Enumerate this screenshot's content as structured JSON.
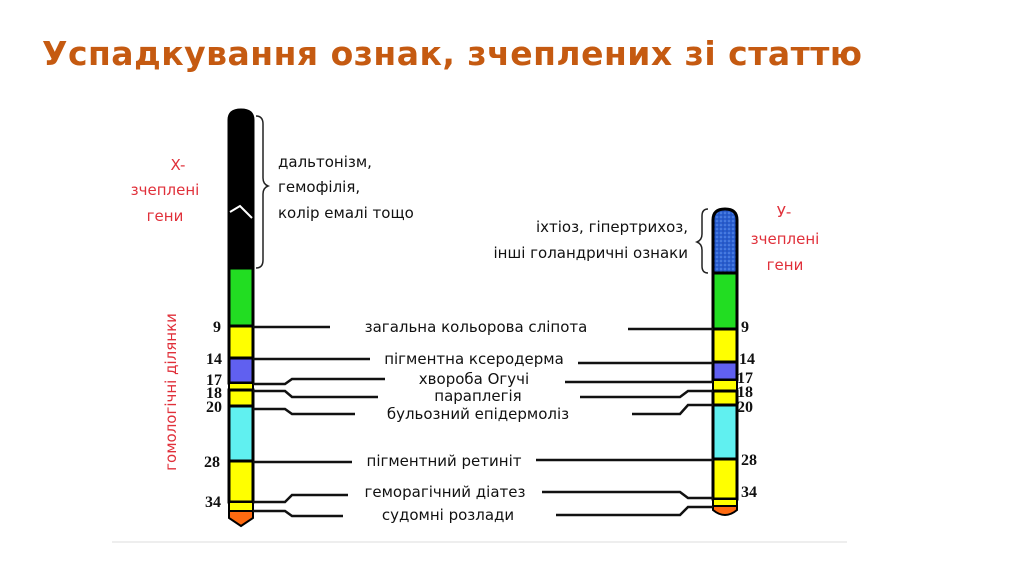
{
  "title": "Успадкування ознак, зчеплених зі статтю",
  "x_chromosome": {
    "label_line1": "X-",
    "label_line2": "зчеплені",
    "label_line3": "гени",
    "traits_line1": "дальтонізм,",
    "traits_line2": "гемофілія,",
    "traits_line3": "колір емалі тощо",
    "homologous_label": "гомологічні ділянки"
  },
  "y_chromosome": {
    "label_line1": "У-",
    "label_line2": "зчеплені",
    "label_line3": "гени",
    "traits_line1": "іхтіоз, гіпертрихоз,",
    "traits_line2": "інші голандричні ознаки"
  },
  "markers": [
    "9",
    "14",
    "17",
    "18",
    "20",
    "28",
    "34"
  ],
  "diseases": [
    "загальна кольорова сліпота",
    "пігментна ксеродерма",
    "хвороба Огучі",
    "параплегія",
    "бульозний епідермоліз",
    "пігментний ретиніт",
    "геморагічний діатез",
    "судомні розлади"
  ],
  "colors": {
    "title": "#c55a11",
    "red_label": "#e0303a",
    "black_segment": "#000000",
    "green": "#22dd22",
    "yellow": "#ffff00",
    "violet": "#6060f0",
    "cyan": "#60f0f0",
    "orange": "#ff6a10",
    "blue_dotted": "#2a5fd0"
  }
}
